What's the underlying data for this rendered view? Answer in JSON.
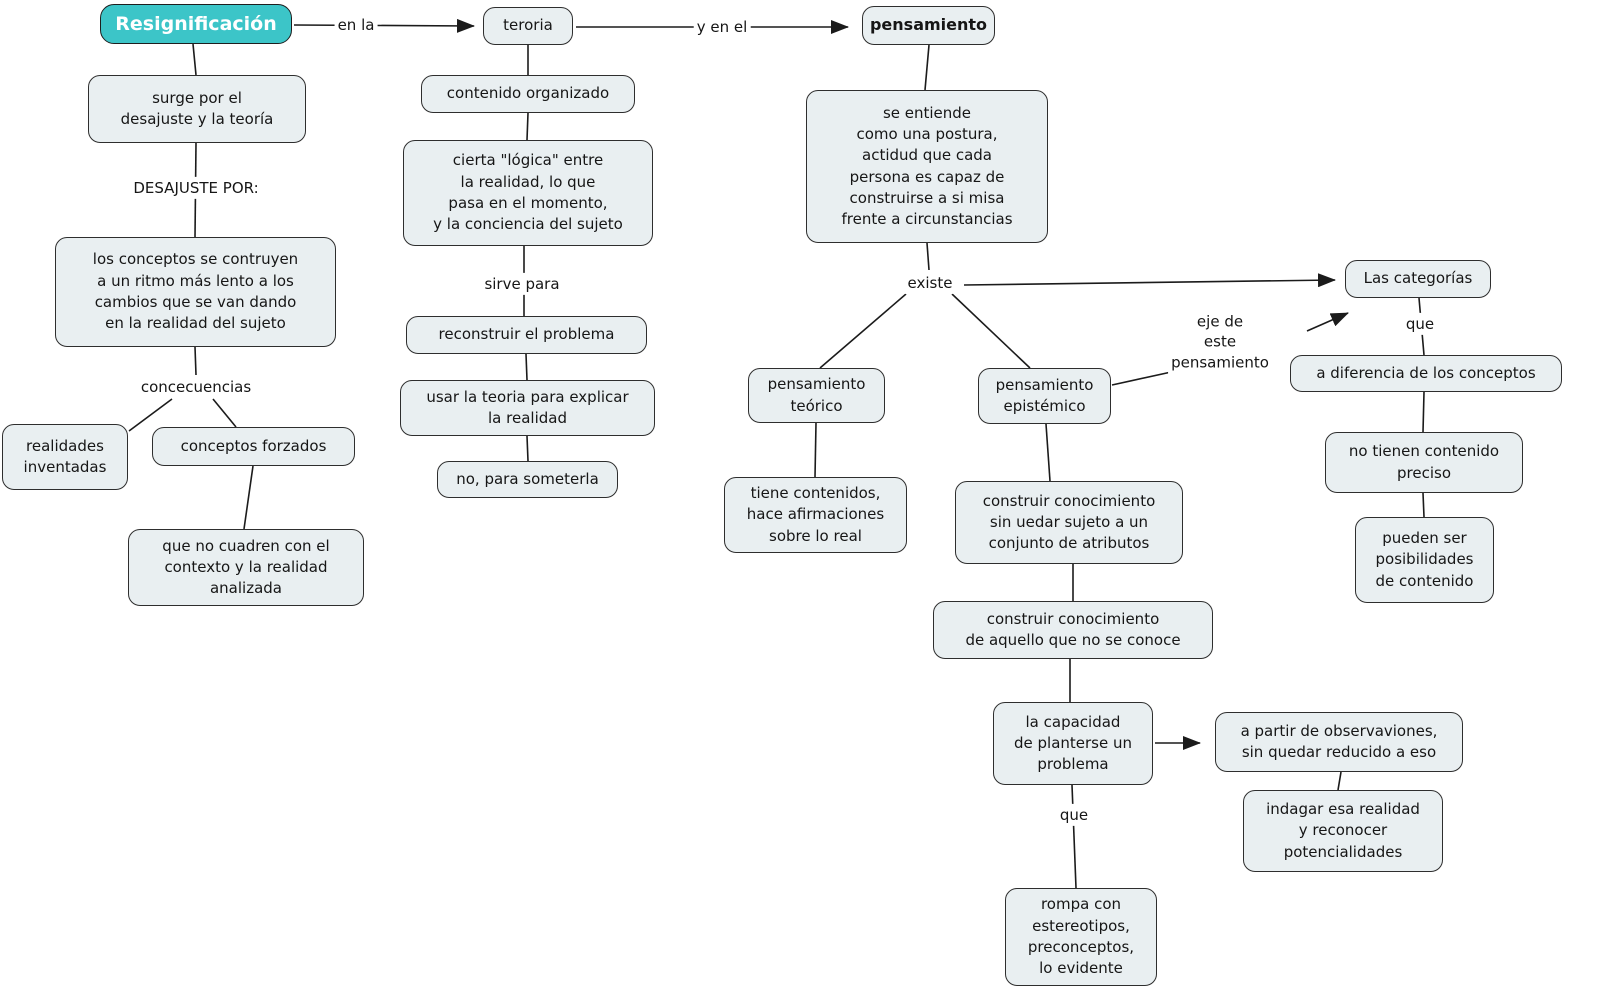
{
  "map_title": "Resignificación",
  "colors": {
    "root_fill": "#3cc5c8",
    "root_text": "#ffffff",
    "node_fill": "#e9eff1",
    "node_border": "#2e2e2e",
    "line": "#1b1b1b",
    "background": "#ffffff"
  },
  "nodes": {
    "resignificacion": "Resignificación",
    "teroria": "teroria",
    "pensamiento": "pensamiento",
    "surge": "surge por el\ndesajuste y la teoría",
    "conceptos_ritmo": "los conceptos se contruyen\na un ritmo más lento a los\ncambios que se van dando\nen la realidad del sujeto",
    "realidades": "realidades\ninventadas",
    "conceptos_forzados": "conceptos forzados",
    "que_no_cuadren": "que no cuadren con el\ncontexto y la realidad\nanalizada",
    "contenido_organizado": "contenido organizado",
    "cierta_logica": "cierta \"lógica\" entre\nla realidad, lo que\npasa en el momento,\ny la conciencia del sujeto",
    "reconstruir": "reconstruir el problema",
    "usar_teoria": "usar la teoria para explicar\nla realidad",
    "no_someterla": "no, para someterla",
    "se_entiende": "se entiende\ncomo una postura,\nactidud que cada\npersona es capaz de\nconstruirse a si misa\nfrente a circunstancias",
    "p_teorico": "pensamiento\nteórico",
    "p_epistemico": "pensamiento\nepistémico",
    "las_categorias": "Las categorías",
    "a_diferencia": "a diferencia de los conceptos",
    "no_tienen": "no tienen contenido\npreciso",
    "pueden_ser": "pueden ser\nposibilidades\nde contenido",
    "tiene_contenidos": "tiene contenidos,\nhace afirmaciones\nsobre lo real",
    "construir_sin": "construir conocimiento\nsin uedar sujeto a un\nconjunto de atributos",
    "construir_aquello": "construir conocimiento\nde aquello que no se conoce",
    "la_capacidad": "la capacidad\nde planterse un\nproblema",
    "a_partir": "a partir de observaviones,\nsin quedar reducido a eso",
    "indagar": "indagar esa realidad\ny reconocer\npotencialidades",
    "rompa": "rompa con\nestereotipos,\npreconceptos,\nlo evidente"
  },
  "labels": {
    "en_la": "en la",
    "y_en_el": "y en el",
    "desajuste_por": "DESAJUSTE POR:",
    "concecuencias": "concecuencias",
    "sirve_para": "sirve para",
    "existe": "existe",
    "que_categorias": "que",
    "que_problema": "que",
    "eje": "eje de\neste\npensamiento"
  }
}
